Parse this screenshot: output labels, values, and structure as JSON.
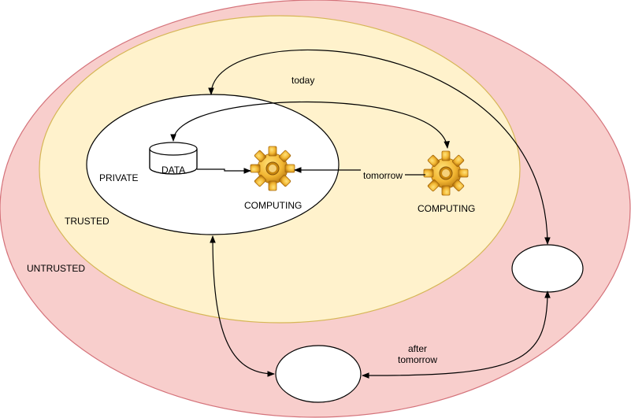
{
  "zones": {
    "untrusted_label": "UNTRUSTED",
    "trusted_label": "TRUSTED",
    "private_label": "PRIVATE"
  },
  "nodes": {
    "data_label": "DATA",
    "computing_inner_label": "COMPUTING",
    "computing_outer_label": "COMPUTING"
  },
  "edges": {
    "today_label": "today",
    "tomorrow_label": "tomorrow",
    "after_tomorrow_line1": "after",
    "after_tomorrow_line2": "tomorrow"
  },
  "colors": {
    "untrusted_fill": "#f8cecc",
    "untrusted_stroke": "#d4727a",
    "trusted_fill": "#fff2cc",
    "trusted_stroke": "#d6b656",
    "gear_light": "#f5c24a",
    "gear_dark": "#b8780f"
  },
  "icons": {
    "database": "database-cylinder-icon",
    "gear": "gear-icon"
  }
}
